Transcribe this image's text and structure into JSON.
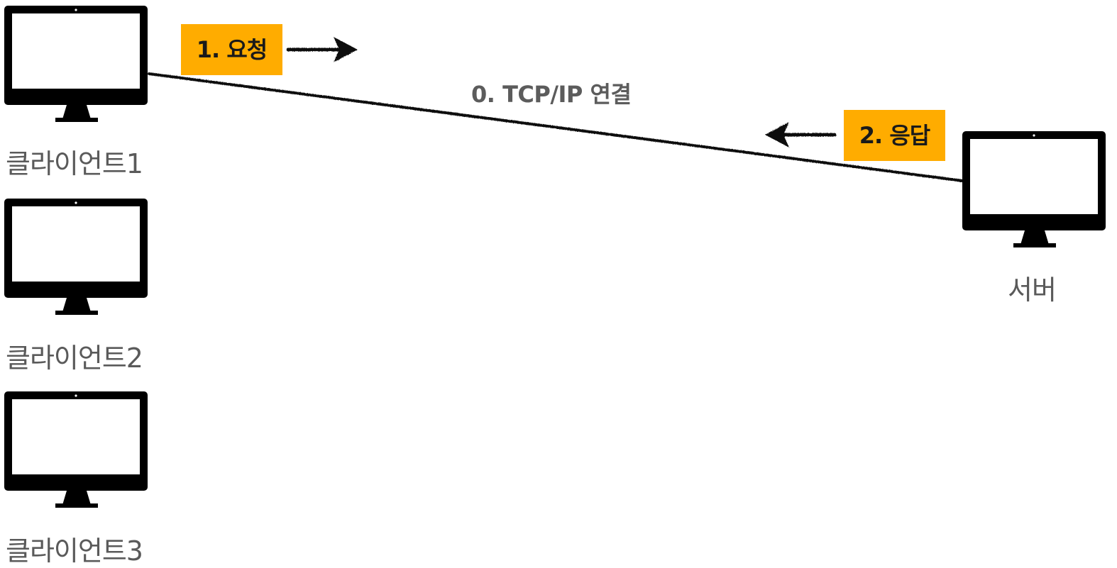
{
  "diagram": {
    "connection_label": "0. TCP/IP 연결",
    "request_label": "1. 요청",
    "response_label": "2. 응답",
    "clients": [
      {
        "label": "클라이언트1"
      },
      {
        "label": "클라이언트2"
      },
      {
        "label": "클라이언트3"
      }
    ],
    "server": {
      "label": "서버"
    },
    "colors": {
      "tag_fill": "#ffac00",
      "line": "#111111",
      "label_text": "#5a5a5a"
    }
  }
}
